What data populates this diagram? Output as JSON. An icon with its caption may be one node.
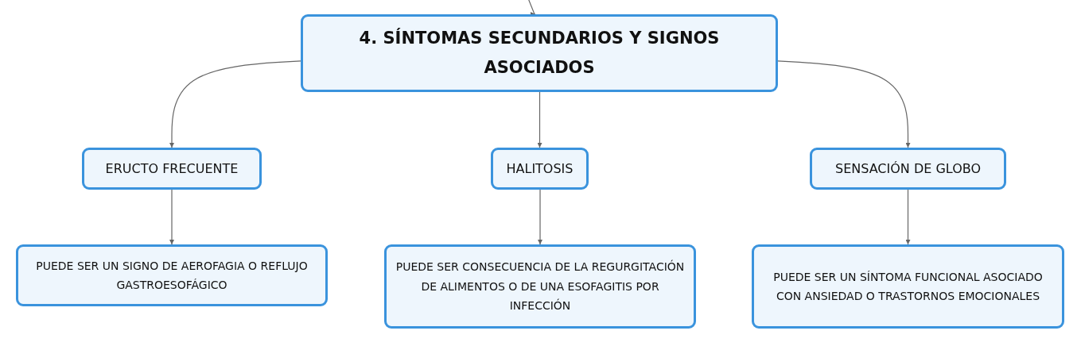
{
  "diagram": {
    "nodes": [
      {
        "text": [
          "4. SÍNTOMAS SECUNDARIOS Y SIGNOS ASOCIADOS"
        ]
      },
      {
        "text": [
          "ERUCTO FRECUENTE"
        ]
      },
      {
        "text": [
          "HALITOSIS"
        ]
      },
      {
        "text": [
          "SENSACIÓN DE GLOBO"
        ]
      },
      {
        "text": [
          "PUEDE SER UN SIGNO DE AEROFAGIA O REFLUJO GASTROESOFÁGICO"
        ]
      },
      {
        "text": [
          "PUEDE SER CONSECUENCIA DE LA REGURGITACIÓN DE ALIMENTOS O DE UNA ESOFAGITIS POR INFECCIÓN"
        ]
      },
      {
        "text": [
          "PUEDE SER UN SÍNTOMA FUNCIONAL ASOCIADO CON ANSIEDAD O TRASTORNOS EMOCIONALES"
        ]
      }
    ],
    "edges": [
      {
        "from": null,
        "to": 0,
        "arrow": "to"
      },
      {
        "from": 0,
        "to": 1,
        "arrow": "to"
      },
      {
        "from": 0,
        "to": 2,
        "arrow": "to"
      },
      {
        "from": 0,
        "to": 3,
        "arrow": "to"
      },
      {
        "from": 1,
        "to": 4,
        "arrow": "to"
      },
      {
        "from": 2,
        "to": 5,
        "arrow": "to"
      },
      {
        "from": 3,
        "to": 6,
        "arrow": "to"
      }
    ]
  }
}
